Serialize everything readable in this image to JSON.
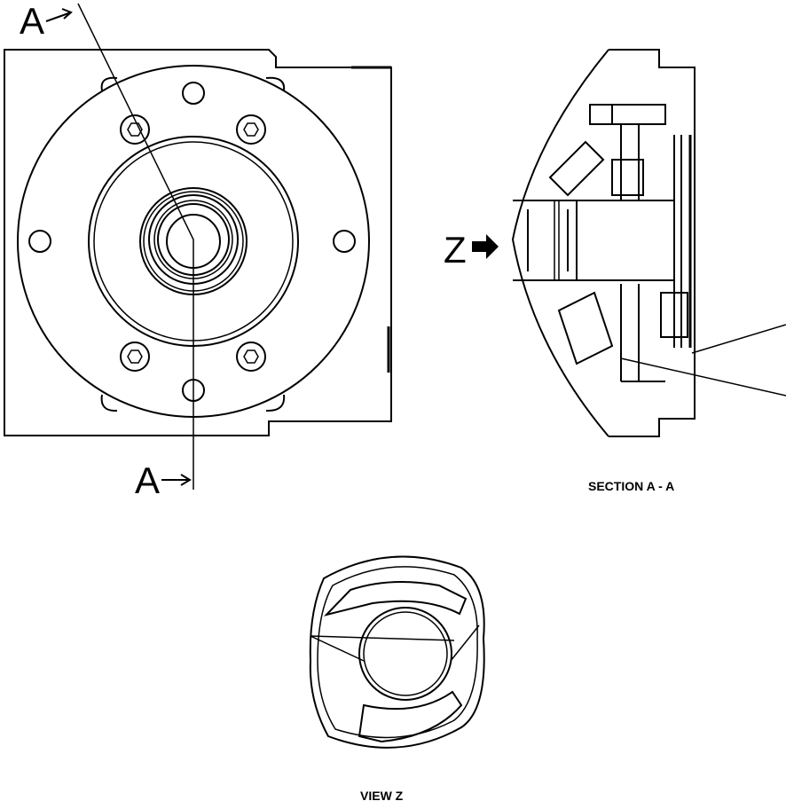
{
  "labels": {
    "section_top": "A",
    "section_bottom": "A",
    "view_arrow": "Z",
    "section_caption": "SECTION A - A",
    "view_caption": "VIEW Z"
  }
}
